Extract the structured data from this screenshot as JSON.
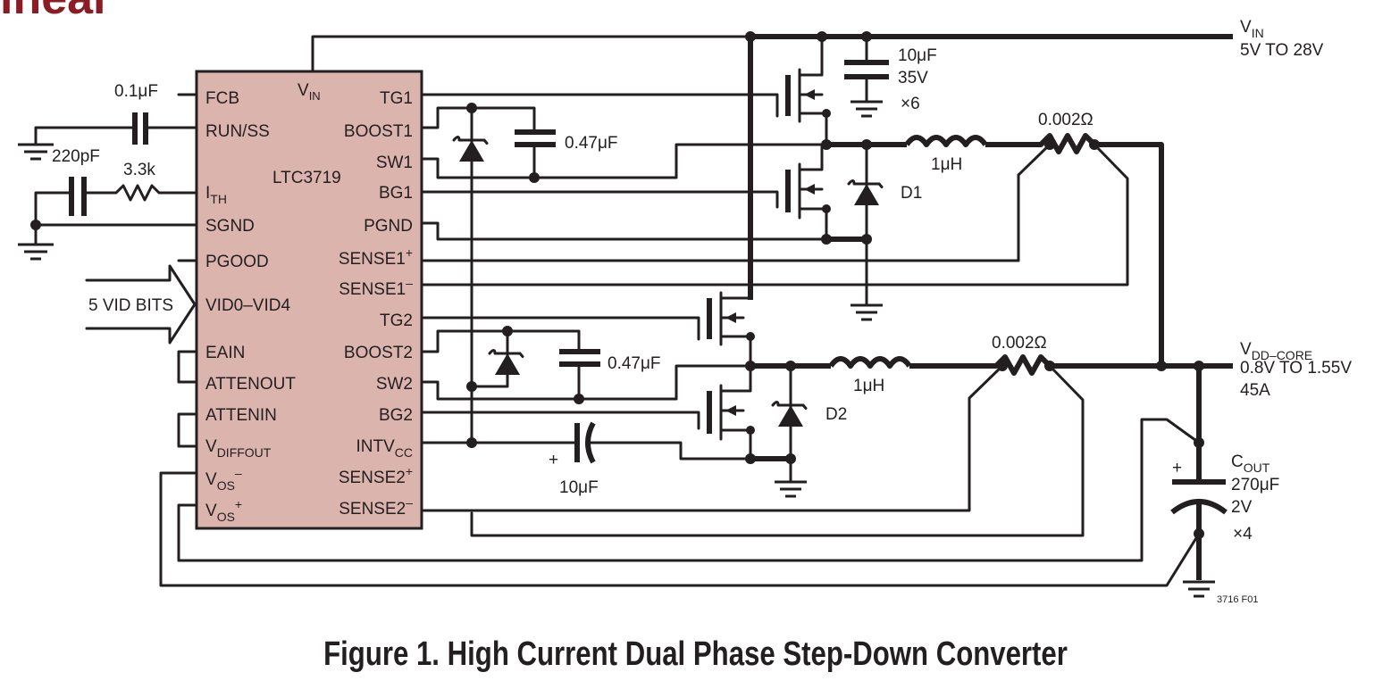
{
  "logo": {
    "visible_fragment": "inear",
    "color": "#8b1c24"
  },
  "caption": "Figure 1. High Current Dual Phase Step-Down Converter",
  "chip": {
    "part": "LTC3719",
    "fill": "#dcb4ae",
    "vin": "V",
    "vin_sub": "IN",
    "left_pins": {
      "fcb": "FCB",
      "run": "RUN/SS",
      "ith": "I",
      "ith_sub": "TH",
      "sgnd": "SGND",
      "pgood": "PGOOD",
      "vid": "VID0–VID4",
      "eain": "EAIN",
      "attenout": "ATTENOUT",
      "attenin": "ATTENIN",
      "vdiff": "V",
      "vdiff_sub": "DIFFOUT",
      "vosm": "V",
      "vosm_sub": "OS",
      "vosm_sup": "–",
      "vosp": "V",
      "vosp_sub": "OS",
      "vosp_sup": "+"
    },
    "right_pins": {
      "tg1": "TG1",
      "boost1": "BOOST1",
      "sw1": "SW1",
      "bg1": "BG1",
      "pgnd": "PGND",
      "sense1p": "SENSE1",
      "sense1p_sup": "+",
      "sense1m": "SENSE1",
      "sense1m_sup": "–",
      "tg2": "TG2",
      "boost2": "BOOST2",
      "sw2": "SW2",
      "bg2": "BG2",
      "intvcc": "INTV",
      "intvcc_sub": "CC",
      "sense2p": "SENSE2",
      "sense2p_sup": "+",
      "sense2m": "SENSE2",
      "sense2m_sup": "–"
    }
  },
  "components": {
    "c_fcb": "0.1μF",
    "c_ith": "220pF",
    "r_ith": "3.3k",
    "vid_bus": "5 VID BITS",
    "c_boost1": "0.47μF",
    "c_boost2": "0.47μF",
    "c_in": [
      "10μF",
      "35V",
      "×6"
    ],
    "l1": "1μH",
    "l2": "1μH",
    "r_sense1": "0.002Ω",
    "r_sense2": "0.002Ω",
    "d1": "D1",
    "d2": "D2",
    "c_intvcc": "10μF",
    "plus": "+",
    "cout": {
      "name": "C",
      "name_sub": "OUT",
      "lines": [
        "270μF",
        "2V",
        "×4"
      ]
    },
    "fig_code": "3716 F01"
  },
  "rails": {
    "vin": {
      "name": "V",
      "name_sub": "IN",
      "range": "5V TO 28V"
    },
    "vout": {
      "name": "V",
      "name_sub": "DD–CORE",
      "range": "0.8V TO 1.55V",
      "current": "45A"
    }
  }
}
